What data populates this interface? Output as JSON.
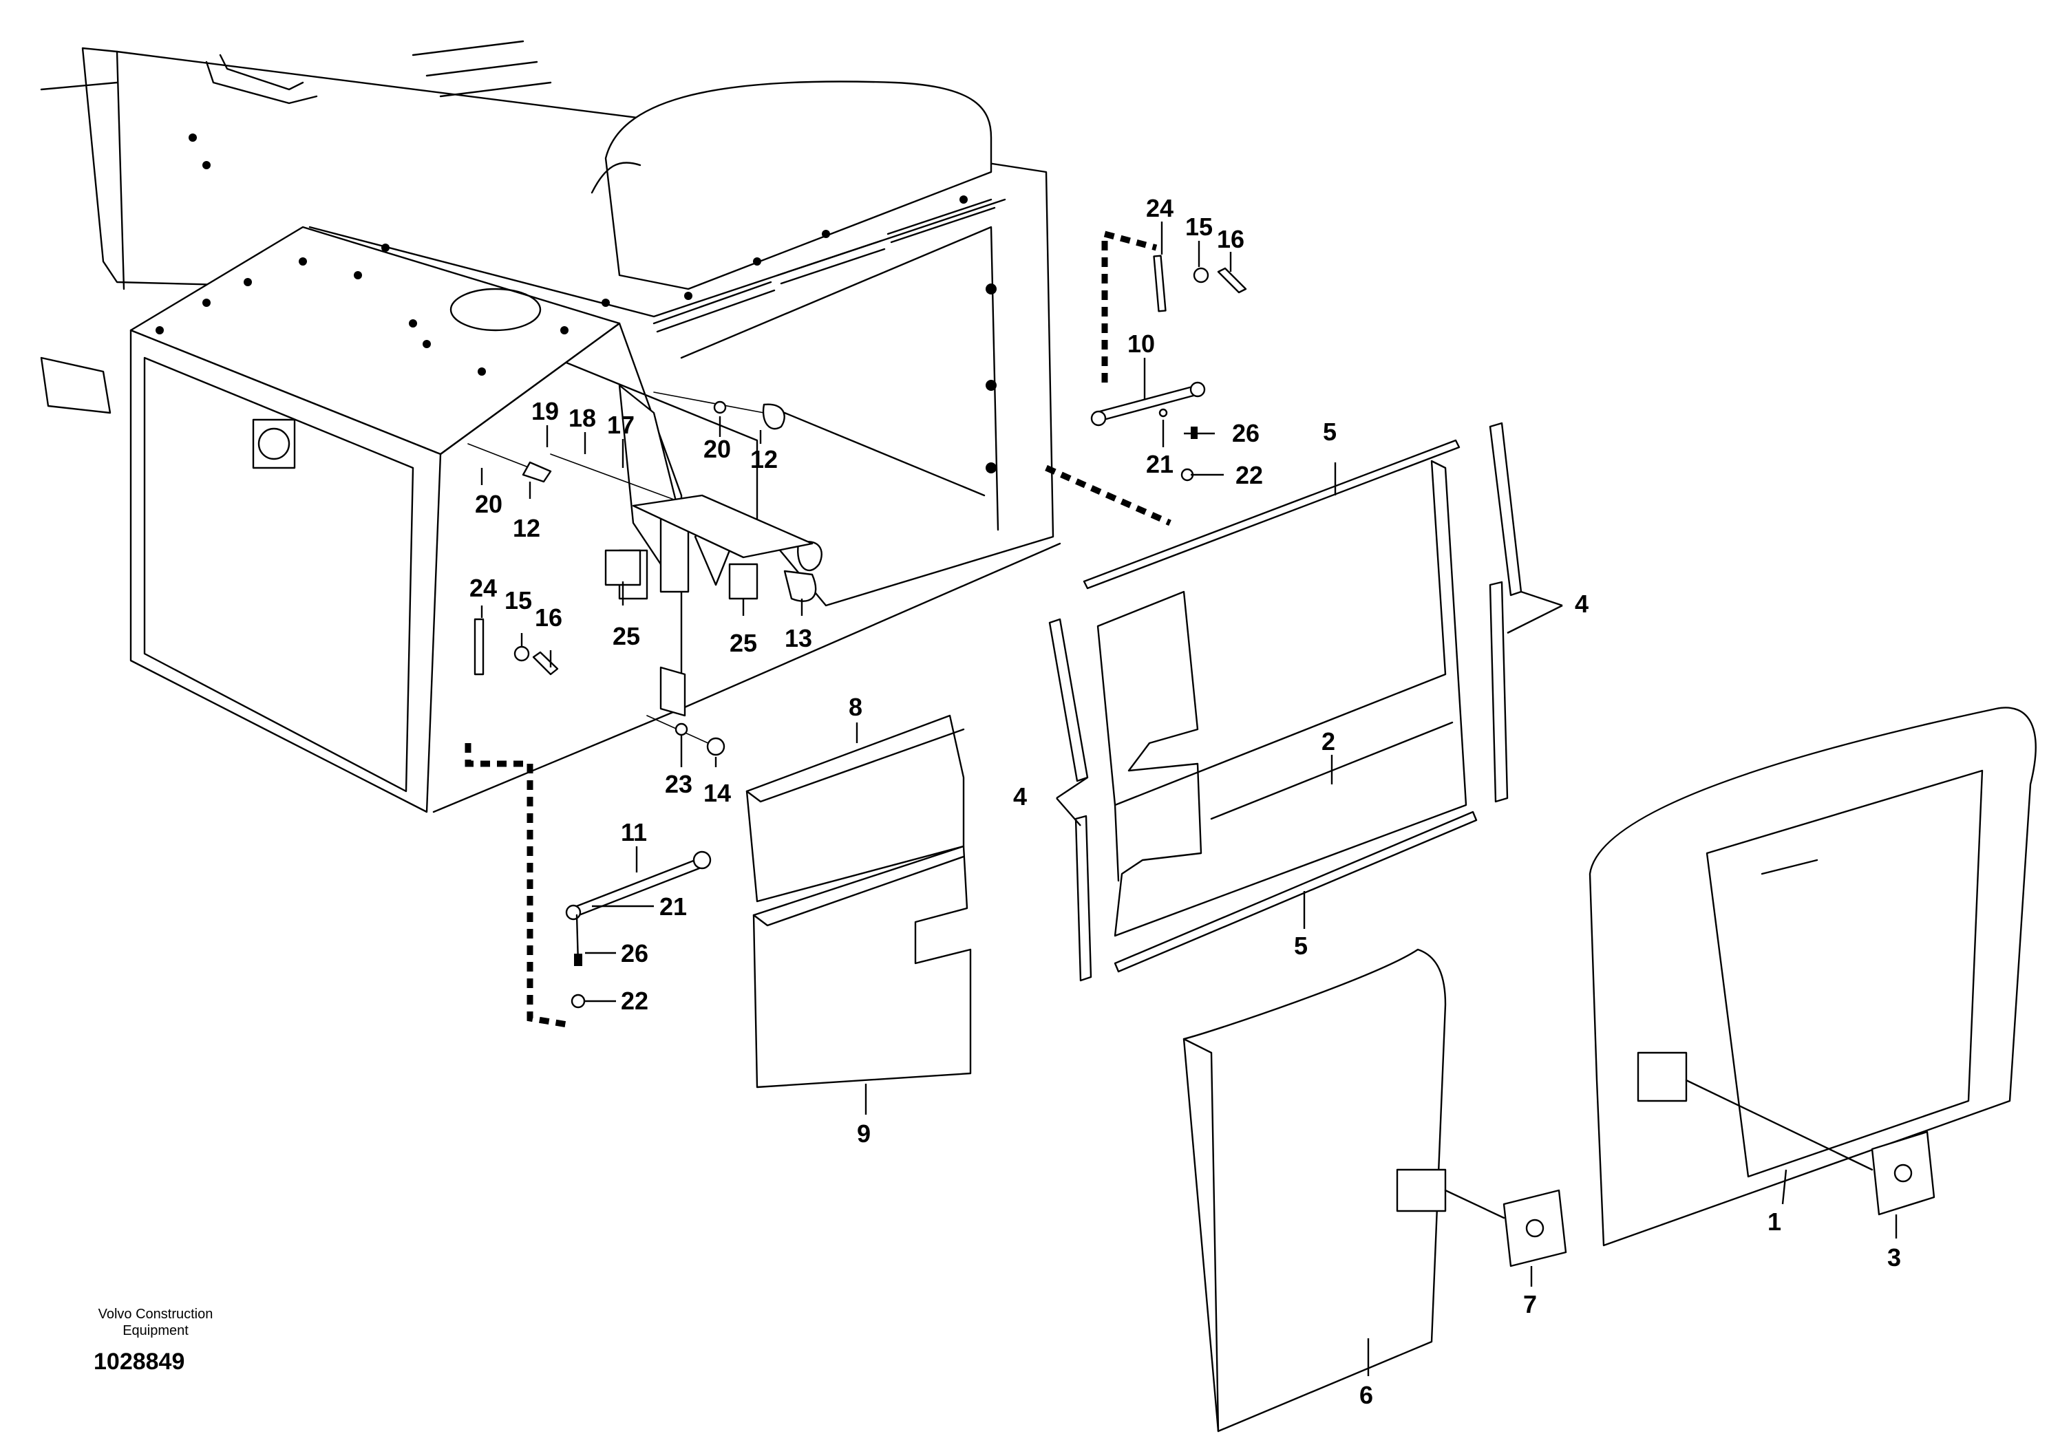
{
  "footer": {
    "brand_line1": "Volvo Construction",
    "brand_line2": "Equipment",
    "drawing_number": "1028849"
  },
  "callouts": [
    {
      "id": "c24a",
      "label": "24"
    },
    {
      "id": "c15a",
      "label": "15"
    },
    {
      "id": "c16a",
      "label": "16"
    },
    {
      "id": "c10",
      "label": "10"
    },
    {
      "id": "c26a",
      "label": "26"
    },
    {
      "id": "c21a",
      "label": "21"
    },
    {
      "id": "c22a",
      "label": "22"
    },
    {
      "id": "c5a",
      "label": "5"
    },
    {
      "id": "c4a",
      "label": "4"
    },
    {
      "id": "c19",
      "label": "19"
    },
    {
      "id": "c18",
      "label": "18"
    },
    {
      "id": "c17",
      "label": "17"
    },
    {
      "id": "c20a",
      "label": "20"
    },
    {
      "id": "c12a",
      "label": "12"
    },
    {
      "id": "c20b",
      "label": "20"
    },
    {
      "id": "c12b",
      "label": "12"
    },
    {
      "id": "c24b",
      "label": "24"
    },
    {
      "id": "c15b",
      "label": "15"
    },
    {
      "id": "c16b",
      "label": "16"
    },
    {
      "id": "c25a",
      "label": "25"
    },
    {
      "id": "c25b",
      "label": "25"
    },
    {
      "id": "c13",
      "label": "13"
    },
    {
      "id": "c8",
      "label": "8"
    },
    {
      "id": "c2",
      "label": "2"
    },
    {
      "id": "c4b",
      "label": "4"
    },
    {
      "id": "c23",
      "label": "23"
    },
    {
      "id": "c14",
      "label": "14"
    },
    {
      "id": "c11",
      "label": "11"
    },
    {
      "id": "c21b",
      "label": "21"
    },
    {
      "id": "c26b",
      "label": "26"
    },
    {
      "id": "c22b",
      "label": "22"
    },
    {
      "id": "c5b",
      "label": "5"
    },
    {
      "id": "c9",
      "label": "9"
    },
    {
      "id": "c1",
      "label": "1"
    },
    {
      "id": "c3",
      "label": "3"
    },
    {
      "id": "c7",
      "label": "7"
    },
    {
      "id": "c6",
      "label": "6"
    }
  ]
}
